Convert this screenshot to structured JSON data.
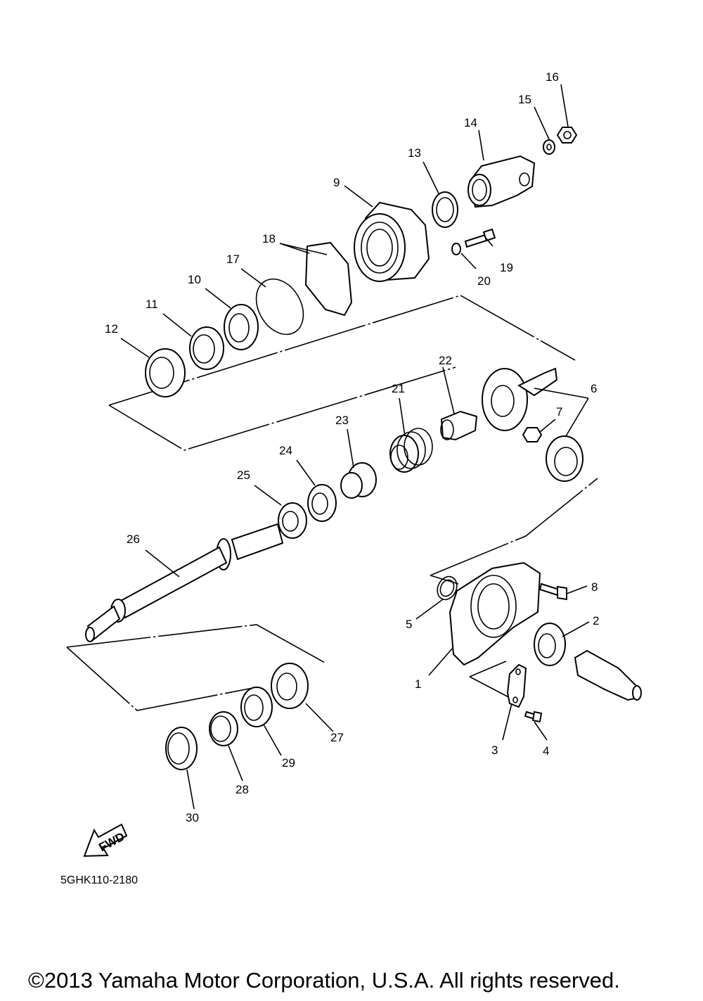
{
  "labels": [
    {
      "id": "1",
      "text": "1"
    },
    {
      "id": "2",
      "text": "2"
    },
    {
      "id": "3",
      "text": "3"
    },
    {
      "id": "4",
      "text": "4"
    },
    {
      "id": "5",
      "text": "5"
    },
    {
      "id": "6",
      "text": "6"
    },
    {
      "id": "7",
      "text": "7"
    },
    {
      "id": "8",
      "text": "8"
    },
    {
      "id": "9",
      "text": "9"
    },
    {
      "id": "10",
      "text": "10"
    },
    {
      "id": "11",
      "text": "11"
    },
    {
      "id": "12",
      "text": "12"
    },
    {
      "id": "13",
      "text": "13"
    },
    {
      "id": "14",
      "text": "14"
    },
    {
      "id": "15",
      "text": "15"
    },
    {
      "id": "16",
      "text": "16"
    },
    {
      "id": "17",
      "text": "17"
    },
    {
      "id": "18",
      "text": "18"
    },
    {
      "id": "19",
      "text": "19"
    },
    {
      "id": "20",
      "text": "20"
    },
    {
      "id": "21",
      "text": "21"
    },
    {
      "id": "22",
      "text": "22"
    },
    {
      "id": "23",
      "text": "23"
    },
    {
      "id": "24",
      "text": "24"
    },
    {
      "id": "25",
      "text": "25"
    },
    {
      "id": "26",
      "text": "26"
    },
    {
      "id": "27",
      "text": "27"
    },
    {
      "id": "28",
      "text": "28"
    },
    {
      "id": "29",
      "text": "29"
    },
    {
      "id": "30",
      "text": "30"
    }
  ],
  "fwd_label": "FWD",
  "diagram_code": "5GHK110-2180",
  "copyright": "©2013 Yamaha Motor Corporation, U.S.A. All rights reserved."
}
